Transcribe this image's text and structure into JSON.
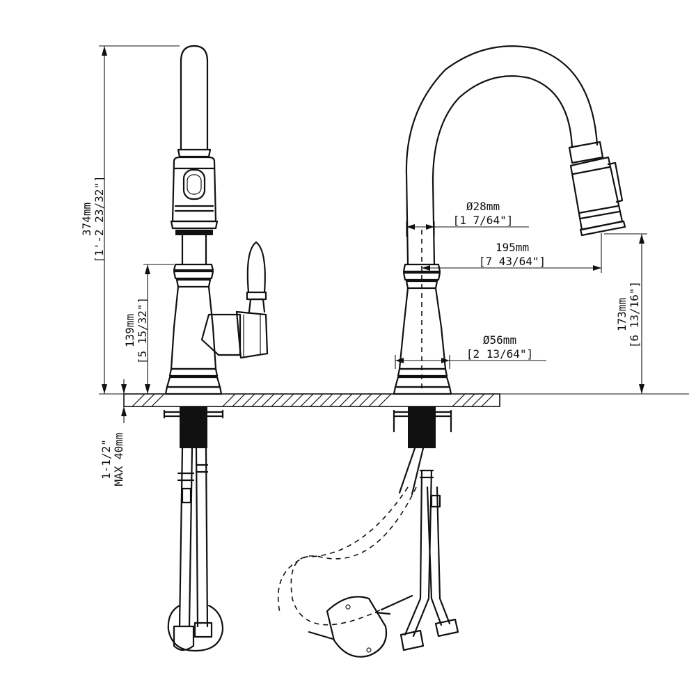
{
  "drawing": {
    "dimensions": {
      "total_height": {
        "metric": "374mm",
        "imperial": "[1'-2 23/32\"]"
      },
      "base_height": {
        "metric": "139mm",
        "imperial": "[5 15/32\"]"
      },
      "deck_thickness": {
        "metric": "MAX 40mm",
        "imperial": "1-1/2\""
      },
      "spout_diameter": {
        "metric": "Ø28mm",
        "imperial": "[1 7/64\"]"
      },
      "reach": {
        "metric": "195mm",
        "imperial": "[7 43/64\"]"
      },
      "base_diameter": {
        "metric": "Ø56mm",
        "imperial": "[2 13/64\"]"
      },
      "spout_clearance": {
        "metric": "173mm",
        "imperial": "[6 13/16\"]"
      }
    }
  }
}
